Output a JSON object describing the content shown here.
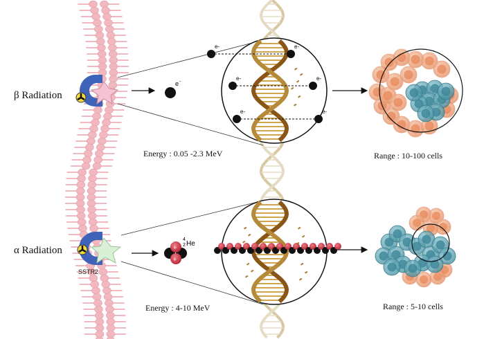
{
  "beta": {
    "symbol": "β",
    "label": "Radiation",
    "electron": "e",
    "electron_sup": "-",
    "energy": "Energy : 0.05 -2.3 MeV",
    "range": "Range : 10-100 cells"
  },
  "alpha": {
    "symbol": "α",
    "label": "Radiation",
    "receptor": "SSTR2",
    "particle_mass": "4",
    "particle_charge": "2",
    "particle_element": "He",
    "energy": "Energy : 4-10 MeV",
    "range": "Range : 5-10 cells"
  },
  "colors": {
    "membrane": "#f2b8c0",
    "receptor": "#3f63b8",
    "ligand_beta": "#f4c2d0",
    "ligand_alpha": "#d9f0d6",
    "dna_dark": "#7a4a12",
    "dna_light": "#c9a24a",
    "alpha_particle": "#d23b4e",
    "cell_orange": "#e8956c",
    "cell_teal": "#4f9fb0"
  }
}
